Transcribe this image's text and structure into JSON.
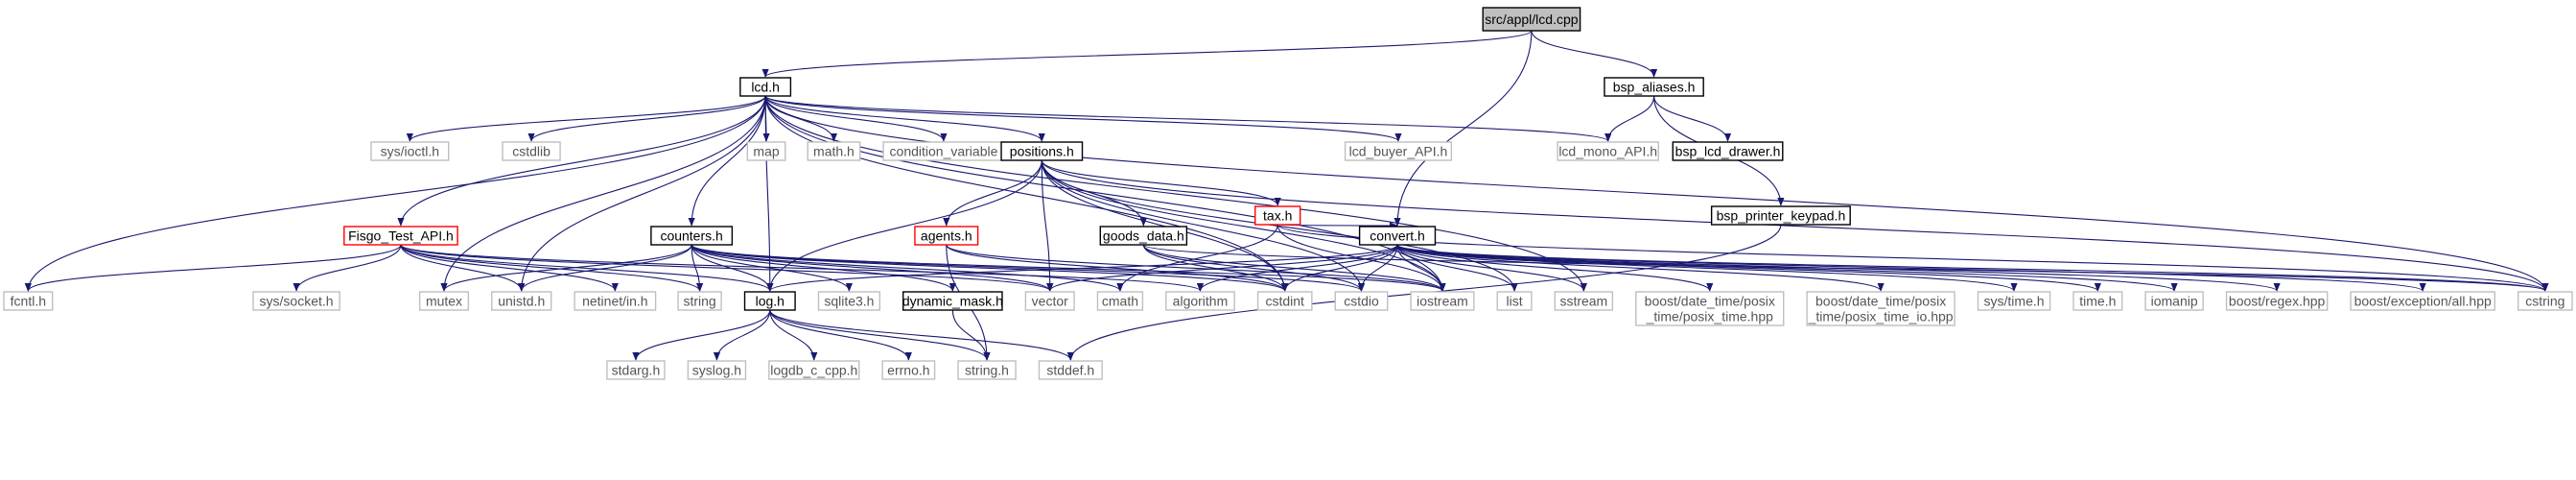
{
  "graph": {
    "nodes": [
      {
        "id": "lcd_cpp",
        "label": "src/appl/lcd.cpp",
        "style": "root"
      },
      {
        "id": "lcd_h",
        "label": "lcd.h",
        "style": "doc"
      },
      {
        "id": "bsp_aliases",
        "label": "bsp_aliases.h",
        "style": "doc"
      },
      {
        "id": "sys_ioctl",
        "label": "sys/ioctl.h",
        "style": "ext"
      },
      {
        "id": "cstdlib",
        "label": "cstdlib",
        "style": "ext"
      },
      {
        "id": "map",
        "label": "map",
        "style": "ext"
      },
      {
        "id": "math",
        "label": "math.h",
        "style": "ext"
      },
      {
        "id": "condvar",
        "label": "condition_variable",
        "style": "ext"
      },
      {
        "id": "positions",
        "label": "positions.h",
        "style": "doc"
      },
      {
        "id": "lcd_buyer",
        "label": "lcd_buyer_API.h",
        "style": "ext"
      },
      {
        "id": "lcd_mono",
        "label": "lcd_mono_API.h",
        "style": "ext"
      },
      {
        "id": "bsp_lcd",
        "label": "bsp_lcd_drawer.h",
        "style": "doc"
      },
      {
        "id": "bsp_printer",
        "label": "bsp_printer_keypad.h",
        "style": "doc"
      },
      {
        "id": "tax",
        "label": "tax.h",
        "style": "red"
      },
      {
        "id": "fisgo",
        "label": "Fisgo_Test_API.h",
        "style": "red"
      },
      {
        "id": "counters",
        "label": "counters.h",
        "style": "doc"
      },
      {
        "id": "agents",
        "label": "agents.h",
        "style": "red"
      },
      {
        "id": "goods",
        "label": "goods_data.h",
        "style": "doc"
      },
      {
        "id": "convert",
        "label": "convert.h",
        "style": "doc"
      },
      {
        "id": "fcntl",
        "label": "fcntl.h",
        "style": "ext"
      },
      {
        "id": "sys_socket",
        "label": "sys/socket.h",
        "style": "ext"
      },
      {
        "id": "mutex",
        "label": "mutex",
        "style": "ext"
      },
      {
        "id": "unistd",
        "label": "unistd.h",
        "style": "ext"
      },
      {
        "id": "netinet",
        "label": "netinet/in.h",
        "style": "ext"
      },
      {
        "id": "string",
        "label": "string",
        "style": "ext"
      },
      {
        "id": "log",
        "label": "log.h",
        "style": "doc"
      },
      {
        "id": "sqlite3",
        "label": "sqlite3.h",
        "style": "ext"
      },
      {
        "id": "dynmask",
        "label": "dynamic_mask.h",
        "style": "doc"
      },
      {
        "id": "vector",
        "label": "vector",
        "style": "ext"
      },
      {
        "id": "cmath",
        "label": "cmath",
        "style": "ext"
      },
      {
        "id": "algorithm",
        "label": "algorithm",
        "style": "ext"
      },
      {
        "id": "cstdint",
        "label": "cstdint",
        "style": "ext"
      },
      {
        "id": "cstdio",
        "label": "cstdio",
        "style": "ext"
      },
      {
        "id": "iostream",
        "label": "iostream",
        "style": "ext"
      },
      {
        "id": "list",
        "label": "list",
        "style": "ext"
      },
      {
        "id": "sstream",
        "label": "sstream",
        "style": "ext"
      },
      {
        "id": "posix_time",
        "label": [
          "boost/date_time/posix",
          "_time/posix_time.hpp"
        ],
        "style": "ext"
      },
      {
        "id": "posix_time_io",
        "label": [
          "boost/date_time/posix",
          "_time/posix_time_io.hpp"
        ],
        "style": "ext"
      },
      {
        "id": "sys_time",
        "label": "sys/time.h",
        "style": "ext"
      },
      {
        "id": "time_h",
        "label": "time.h",
        "style": "ext"
      },
      {
        "id": "iomanip",
        "label": "iomanip",
        "style": "ext"
      },
      {
        "id": "regex",
        "label": "boost/regex.hpp",
        "style": "ext"
      },
      {
        "id": "exception",
        "label": "boost/exception/all.hpp",
        "style": "ext"
      },
      {
        "id": "cstring",
        "label": "cstring",
        "style": "ext"
      },
      {
        "id": "stdarg",
        "label": "stdarg.h",
        "style": "ext"
      },
      {
        "id": "syslog",
        "label": "syslog.h",
        "style": "ext"
      },
      {
        "id": "logdb",
        "label": "logdb_c_cpp.h",
        "style": "ext"
      },
      {
        "id": "errno",
        "label": "errno.h",
        "style": "ext"
      },
      {
        "id": "string_h",
        "label": "string.h",
        "style": "ext"
      },
      {
        "id": "stddef",
        "label": "stddef.h",
        "style": "ext"
      }
    ],
    "edges": [
      [
        "lcd_cpp",
        "lcd_h"
      ],
      [
        "lcd_cpp",
        "bsp_aliases"
      ],
      [
        "lcd_cpp",
        "convert"
      ],
      [
        "lcd_h",
        "sys_ioctl"
      ],
      [
        "lcd_h",
        "cstdlib"
      ],
      [
        "lcd_h",
        "map"
      ],
      [
        "lcd_h",
        "math"
      ],
      [
        "lcd_h",
        "condvar"
      ],
      [
        "lcd_h",
        "positions"
      ],
      [
        "lcd_h",
        "lcd_buyer"
      ],
      [
        "lcd_h",
        "lcd_mono"
      ],
      [
        "lcd_h",
        "fisgo"
      ],
      [
        "lcd_h",
        "counters"
      ],
      [
        "lcd_h",
        "fcntl"
      ],
      [
        "lcd_h",
        "mutex"
      ],
      [
        "lcd_h",
        "unistd"
      ],
      [
        "lcd_h",
        "log"
      ],
      [
        "lcd_h",
        "cstdint"
      ],
      [
        "lcd_h",
        "iostream"
      ],
      [
        "lcd_h",
        "sstream"
      ],
      [
        "lcd_h",
        "cstring"
      ],
      [
        "bsp_aliases",
        "lcd_mono"
      ],
      [
        "bsp_aliases",
        "bsp_lcd"
      ],
      [
        "bsp_aliases",
        "bsp_printer"
      ],
      [
        "bsp_printer",
        "stddef"
      ],
      [
        "positions",
        "tax"
      ],
      [
        "positions",
        "agents"
      ],
      [
        "positions",
        "goods"
      ],
      [
        "positions",
        "log"
      ],
      [
        "positions",
        "vector"
      ],
      [
        "positions",
        "cstdint"
      ],
      [
        "positions",
        "cstdio"
      ],
      [
        "positions",
        "iostream"
      ],
      [
        "positions",
        "list"
      ],
      [
        "positions",
        "cstring"
      ],
      [
        "tax",
        "convert"
      ],
      [
        "tax",
        "cmath"
      ],
      [
        "tax",
        "iostream"
      ],
      [
        "tax",
        "cstring"
      ],
      [
        "fisgo",
        "fcntl"
      ],
      [
        "fisgo",
        "sys_socket"
      ],
      [
        "fisgo",
        "unistd"
      ],
      [
        "fisgo",
        "netinet"
      ],
      [
        "fisgo",
        "string"
      ],
      [
        "fisgo",
        "log"
      ],
      [
        "fisgo",
        "vector"
      ],
      [
        "fisgo",
        "algorithm"
      ],
      [
        "counters",
        "mutex"
      ],
      [
        "counters",
        "unistd"
      ],
      [
        "counters",
        "string"
      ],
      [
        "counters",
        "log"
      ],
      [
        "counters",
        "sqlite3"
      ],
      [
        "counters",
        "dynmask"
      ],
      [
        "counters",
        "vector"
      ],
      [
        "counters",
        "cmath"
      ],
      [
        "counters",
        "cstdint"
      ],
      [
        "counters",
        "cstdio"
      ],
      [
        "counters",
        "iostream"
      ],
      [
        "agents",
        "cstdint"
      ],
      [
        "agents",
        "iostream"
      ],
      [
        "agents",
        "string_h"
      ],
      [
        "goods",
        "cstdint"
      ],
      [
        "goods",
        "cstdio"
      ],
      [
        "goods",
        "iostream"
      ],
      [
        "goods",
        "cstring"
      ],
      [
        "convert",
        "log"
      ],
      [
        "convert",
        "vector"
      ],
      [
        "convert",
        "algorithm"
      ],
      [
        "convert",
        "cstdint"
      ],
      [
        "convert",
        "cstdio"
      ],
      [
        "convert",
        "iostream"
      ],
      [
        "convert",
        "list"
      ],
      [
        "convert",
        "sstream"
      ],
      [
        "convert",
        "posix_time"
      ],
      [
        "convert",
        "posix_time_io"
      ],
      [
        "convert",
        "sys_time"
      ],
      [
        "convert",
        "time_h"
      ],
      [
        "convert",
        "iomanip"
      ],
      [
        "convert",
        "regex"
      ],
      [
        "convert",
        "exception"
      ],
      [
        "convert",
        "cstring"
      ],
      [
        "log",
        "stdarg"
      ],
      [
        "log",
        "syslog"
      ],
      [
        "log",
        "logdb"
      ],
      [
        "log",
        "errno"
      ],
      [
        "log",
        "string_h"
      ],
      [
        "log",
        "stddef"
      ],
      [
        "dynmask",
        "string_h"
      ]
    ]
  },
  "colors": {
    "edge": "#191970",
    "doc_border": "#000000",
    "ext_border": "#bfbfbf",
    "red_border": "#ff0000",
    "root_fill": "#bfbfbf",
    "ext_text": "#555555",
    "doc_text": "#000000"
  }
}
